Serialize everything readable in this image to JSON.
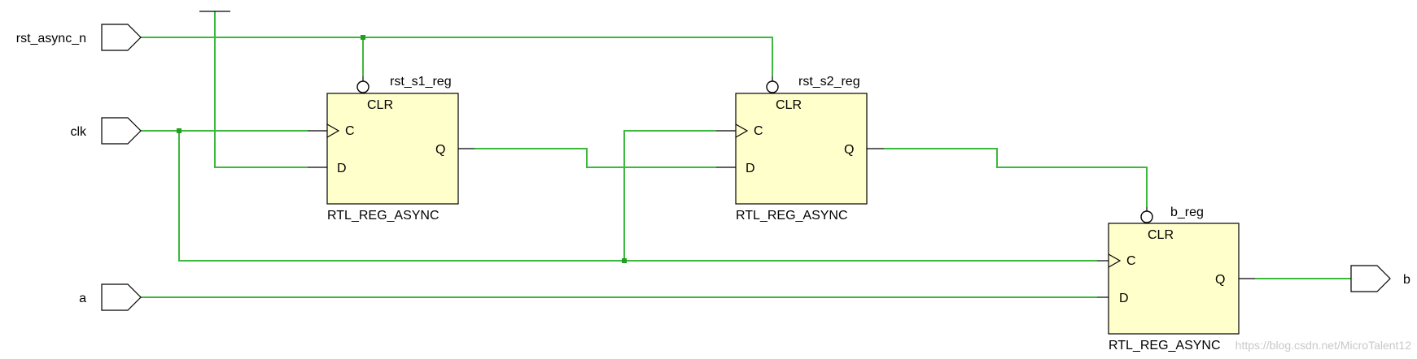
{
  "ports": {
    "rst_async_n": "rst_async_n",
    "clk": "clk",
    "a": "a",
    "b": "b"
  },
  "registers": [
    {
      "instance": "rst_s1_reg",
      "type": "RTL_REG_ASYNC",
      "clr": "CLR",
      "c": "C",
      "d": "D",
      "q": "Q"
    },
    {
      "instance": "rst_s2_reg",
      "type": "RTL_REG_ASYNC",
      "clr": "CLR",
      "c": "C",
      "d": "D",
      "q": "Q"
    },
    {
      "instance": "b_reg",
      "type": "RTL_REG_ASYNC",
      "clr": "CLR",
      "c": "C",
      "d": "D",
      "q": "Q"
    }
  ],
  "watermark": "https://blog.csdn.net/MicroTalent12",
  "colors": {
    "wire": "#3cb93c",
    "register_fill": "#ffffcc",
    "junction": "#1fa01f"
  }
}
